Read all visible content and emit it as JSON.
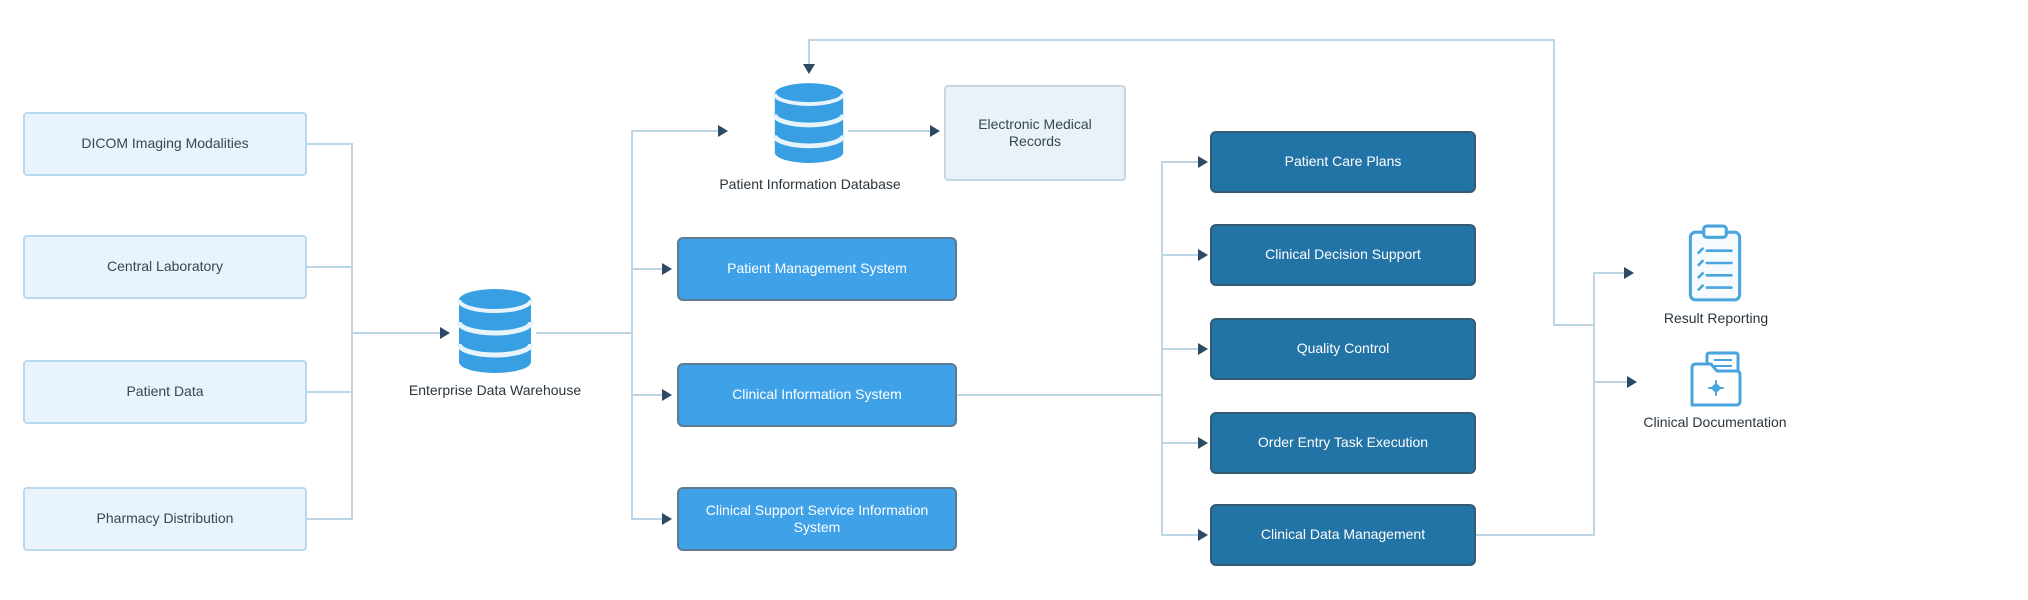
{
  "diagram": {
    "sources": [
      {
        "label": "DICOM Imaging Modalities"
      },
      {
        "label": "Central Laboratory"
      },
      {
        "label": "Patient Data"
      },
      {
        "label": "Pharmacy Distribution"
      }
    ],
    "warehouse": {
      "label": "Enterprise Data Warehouse",
      "icon": "database-icon"
    },
    "patient_db": {
      "label": "Patient Information Database",
      "icon": "database-icon"
    },
    "emr": {
      "label": "Electronic Medical Records"
    },
    "systems": [
      {
        "label": "Patient Management System"
      },
      {
        "label": "Clinical Information System"
      },
      {
        "label": "Clinical Support Service Information System"
      }
    ],
    "functions": [
      {
        "label": "Patient Care Plans"
      },
      {
        "label": "Clinical Decision Support"
      },
      {
        "label": "Quality Control"
      },
      {
        "label": "Order Entry Task Execution"
      },
      {
        "label": "Clinical Data Management"
      }
    ],
    "outputs": [
      {
        "label": "Result Reporting",
        "icon": "clipboard-report-icon"
      },
      {
        "label": "Clinical Documentation",
        "icon": "folder-document-icon"
      }
    ],
    "colors": {
      "source_box_bg": "#e9f3fc",
      "source_box_border": "#b8d9f0",
      "system_box_bg": "#3fa2e9",
      "function_box_bg": "#2273a6",
      "emr_box_bg": "#eaf2f9",
      "database_icon": "#38a0e2",
      "outline_icon": "#4aa4de",
      "connector_line": "#bdd5e4",
      "arrowhead": "#2c4a63",
      "box_text_light": "#ffffff",
      "box_text_dark": "#37474f"
    }
  }
}
